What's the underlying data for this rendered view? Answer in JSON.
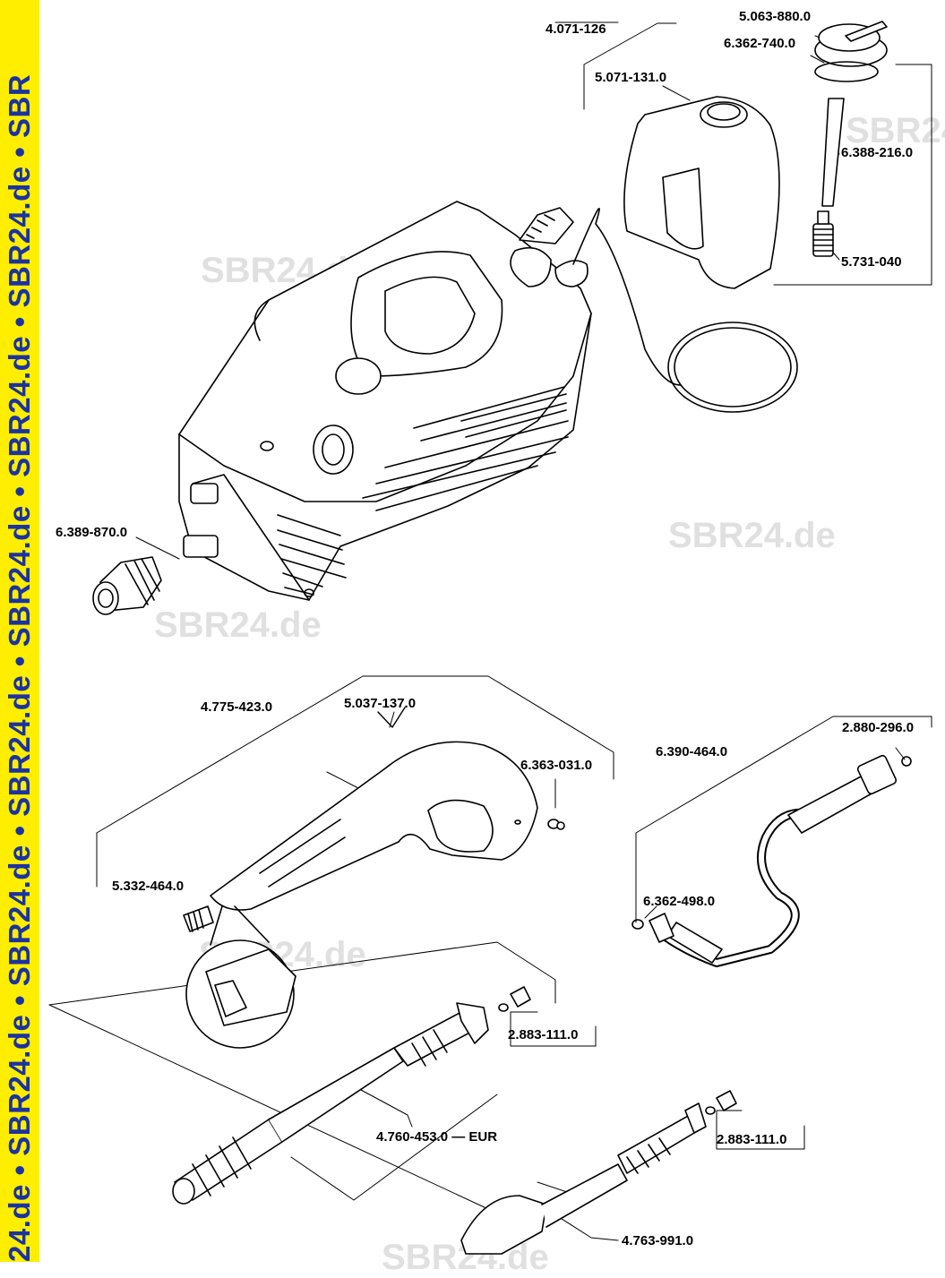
{
  "banner": {
    "text": "24.de • SBR24.de • SBR24.de • SBR24.de • SBR24.de • SBR24.de • SBR24.de • SBR"
  },
  "watermark": {
    "text": "SBR24.de"
  },
  "colors": {
    "banner_bg": "#ffee00",
    "banner_text": "#1b33a0",
    "line": "#000000",
    "watermark": "#e0e0e0"
  },
  "parts": {
    "hose_set": "4.071-126",
    "tank_cap": "5.063-880.0",
    "cap_seal": "6.362-740.0",
    "detergent_tank": "5.071-131.0",
    "suction_hose": "6.388-216.0",
    "suction_filter": "5.731-040",
    "water_connector": "6.389-870.0",
    "trigger_gun": "4.775-423.0",
    "safety_clip": "5.037-137.0",
    "o_ring_set": "6.363-031.0",
    "gun_spring": "5.332-464.0",
    "hp_hose": "6.390-464.0",
    "hose_o_ring_top": "2.880-296.0",
    "hose_o_ring_bottom": "6.362-498.0",
    "o_ring_kit_1": "2.883-111.0",
    "spray_lance": "4.760-453.0",
    "spray_lance_suffix": "EUR",
    "o_ring_kit_2": "2.883-111.0",
    "dirt_blaster": "4.763-991.0"
  }
}
